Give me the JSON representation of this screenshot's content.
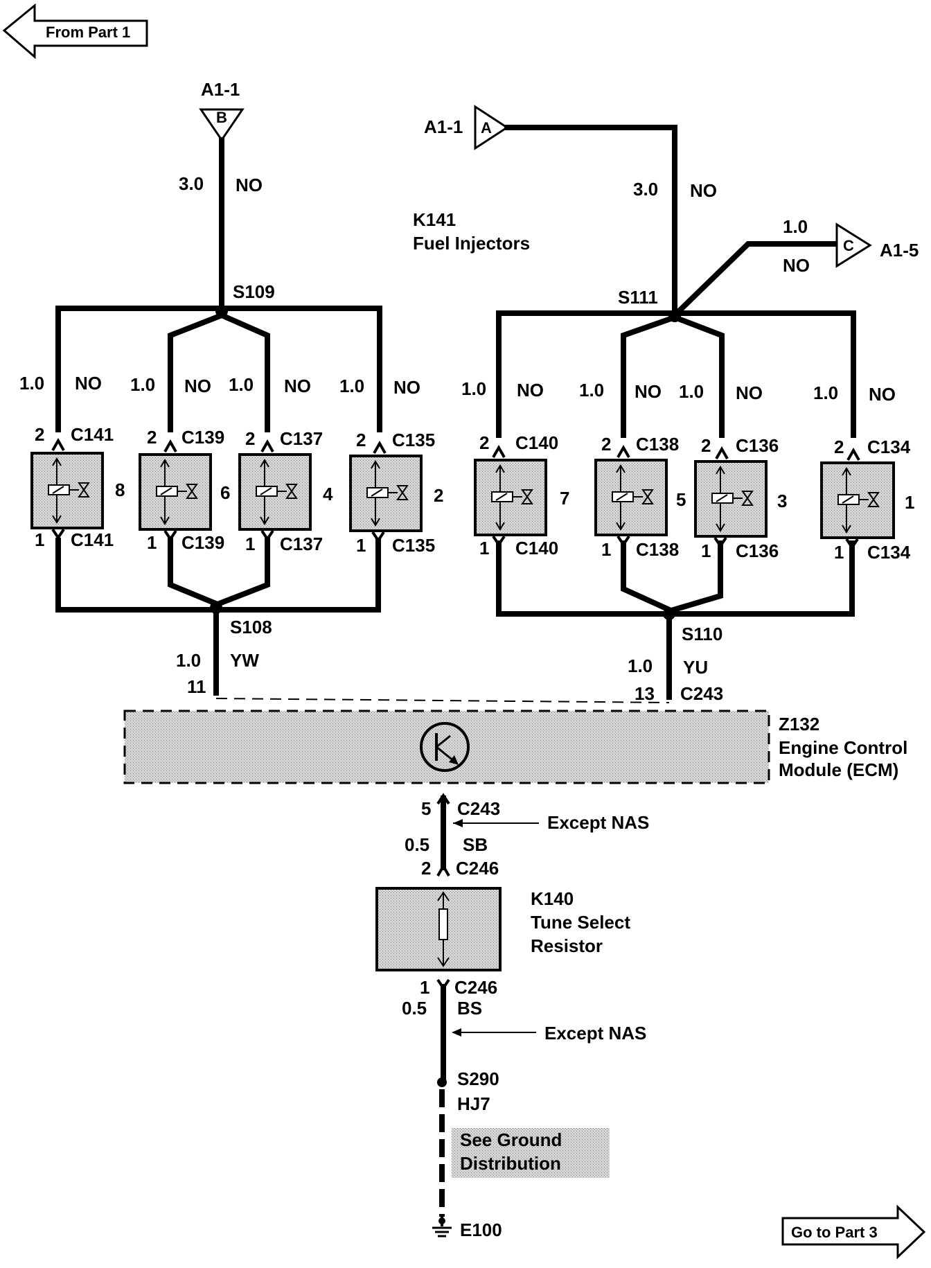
{
  "nav": {
    "from_label": "From Part 1",
    "to_label": "Go to Part 3"
  },
  "connectors": {
    "b_id": "A1-1",
    "b_letter": "B",
    "a_id": "A1-1",
    "a_letter": "A",
    "c_id": "A1-5",
    "c_letter": "C"
  },
  "component_k141": {
    "ref": "K141",
    "name": "Fuel Injectors"
  },
  "wires": {
    "b_size": "3.0",
    "b_color": "NO",
    "a_size": "3.0",
    "a_color": "NO",
    "c_size": "1.0",
    "c_color": "NO",
    "s108_size": "1.0",
    "s108_color": "YW",
    "s110_size": "1.0",
    "s110_color": "YU",
    "sb_size": "0.5",
    "sb_color": "SB",
    "bs_size": "0.5",
    "bs_color": "BS"
  },
  "splices": {
    "s109": "S109",
    "s111": "S111",
    "s108": "S108",
    "s110": "S110",
    "s290": "S290"
  },
  "injectors": [
    {
      "cyl": "8",
      "connector": "C141",
      "pin_top": "2",
      "pin_bottom": "1",
      "wire_size": "1.0",
      "wire_color": "NO"
    },
    {
      "cyl": "6",
      "connector": "C139",
      "pin_top": "2",
      "pin_bottom": "1",
      "wire_size": "1.0",
      "wire_color": "NO"
    },
    {
      "cyl": "4",
      "connector": "C137",
      "pin_top": "2",
      "pin_bottom": "1",
      "wire_size": "1.0",
      "wire_color": "NO"
    },
    {
      "cyl": "2",
      "connector": "C135",
      "pin_top": "2",
      "pin_bottom": "1",
      "wire_size": "1.0",
      "wire_color": "NO"
    },
    {
      "cyl": "7",
      "connector": "C140",
      "pin_top": "2",
      "pin_bottom": "1",
      "wire_size": "1.0",
      "wire_color": "NO"
    },
    {
      "cyl": "5",
      "connector": "C138",
      "pin_top": "2",
      "pin_bottom": "1",
      "wire_size": "1.0",
      "wire_color": "NO"
    },
    {
      "cyl": "3",
      "connector": "C136",
      "pin_top": "2",
      "pin_bottom": "1",
      "wire_size": "1.0",
      "wire_color": "NO"
    },
    {
      "cyl": "1",
      "connector": "C134",
      "pin_top": "2",
      "pin_bottom": "1",
      "wire_size": "1.0",
      "wire_color": "NO"
    }
  ],
  "ecm": {
    "ref": "Z132",
    "name_line1": "Engine Control",
    "name_line2": "Module (ECM)",
    "pin_left": "11",
    "pin_right": "13",
    "connector_top": "C243",
    "pin_bottom": "5",
    "connector_bottom": "C243"
  },
  "resistor": {
    "ref": "K140",
    "name_line1": "Tune Select",
    "name_line2": "Resistor",
    "pin_top": "2",
    "connector_top": "C246",
    "pin_bottom": "1",
    "connector_bottom": "C246"
  },
  "notes": {
    "except_nas_1": "Except NAS",
    "except_nas_2": "Except NAS"
  },
  "ground": {
    "harness": "HJ7",
    "note_line1": "See Ground",
    "note_line2": "Distribution",
    "ref": "E100"
  }
}
